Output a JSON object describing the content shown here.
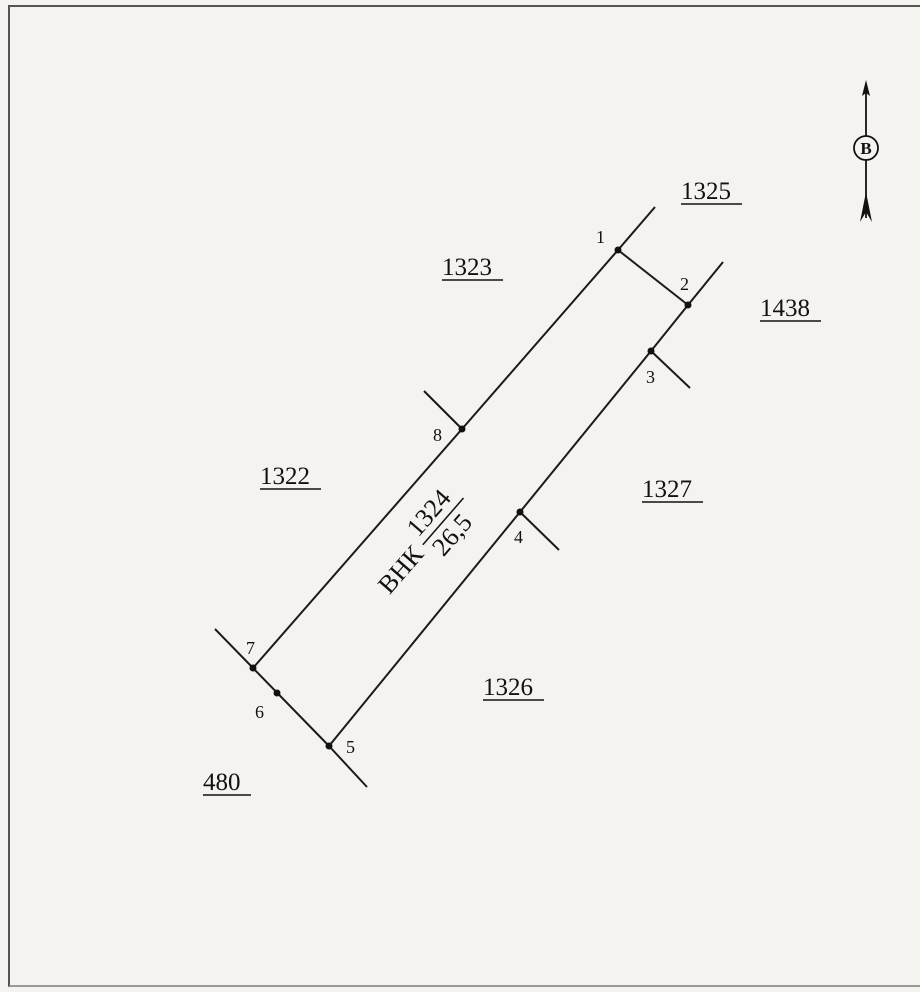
{
  "parcels": [
    {
      "id": "1325",
      "label": "1325"
    },
    {
      "id": "1323",
      "label": "1323"
    },
    {
      "id": "1438",
      "label": "1438"
    },
    {
      "id": "1322",
      "label": "1322"
    },
    {
      "id": "1327",
      "label": "1327"
    },
    {
      "id": "1326",
      "label": "1326"
    },
    {
      "id": "480",
      "label": "480"
    }
  ],
  "subject_parcel": {
    "prefix": "ВНК",
    "number": "1324",
    "area": "26,5"
  },
  "points": [
    "1",
    "2",
    "3",
    "4",
    "5",
    "6",
    "7",
    "8"
  ],
  "compass": {
    "letter": "В"
  }
}
